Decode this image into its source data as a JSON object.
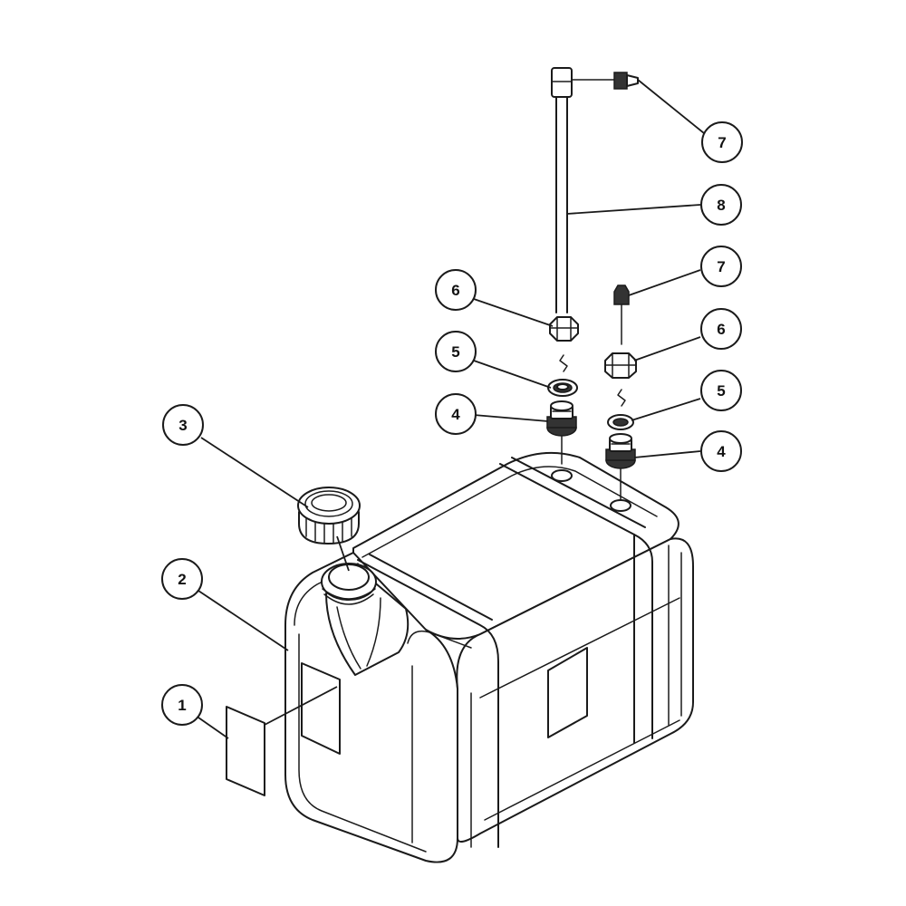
{
  "balloons": [
    {
      "id": "b7-top",
      "label": "7"
    },
    {
      "id": "b8",
      "label": "8"
    },
    {
      "id": "b7-right",
      "label": "7"
    },
    {
      "id": "b6-left",
      "label": "6"
    },
    {
      "id": "b6-right",
      "label": "6"
    },
    {
      "id": "b5-left",
      "label": "5"
    },
    {
      "id": "b5-right",
      "label": "5"
    },
    {
      "id": "b4-left",
      "label": "4"
    },
    {
      "id": "b4-right",
      "label": "4"
    },
    {
      "id": "b3",
      "label": "3"
    },
    {
      "id": "b2",
      "label": "2"
    },
    {
      "id": "b1",
      "label": "1"
    }
  ]
}
